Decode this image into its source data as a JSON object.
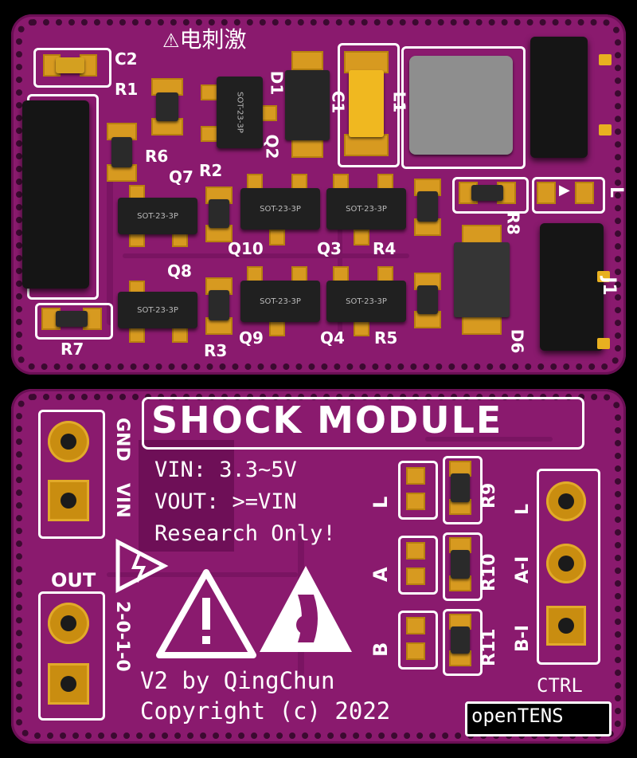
{
  "top": {
    "title_cn": "电刺激",
    "refs": {
      "c2": "C2",
      "r1": "R1",
      "r6": "R6",
      "r2": "R2",
      "q2": "Q2",
      "d1": "D1",
      "c1": "C1",
      "l1": "L1",
      "q7": "Q7",
      "q10": "Q10",
      "q3": "Q3",
      "r4": "R4",
      "q8": "Q8",
      "q9": "Q9",
      "q4": "Q4",
      "r5": "R5",
      "r3": "R3",
      "r7": "R7",
      "r8": "R8",
      "d6": "D6",
      "j1": "J1",
      "l": "L"
    },
    "ic_labels": {
      "sot_a": "SOT-23-3P",
      "sot_b": "SOT-23-3P",
      "sot_c": "SOT-23-3P",
      "sot_d": "SOT-23-3P",
      "sot_e": "SOT-23-3P",
      "sot_f": "SOT-23-3P",
      "sot_g": "SOT-23-3P"
    }
  },
  "bottom": {
    "title": "SHOCK MODULE",
    "vin_line": "VIN: 3.3~5V",
    "vout_line": "VOUT: >=VIN",
    "note": "Research Only!",
    "gnd": "GND",
    "vin": "VIN",
    "out": "OUT",
    "out_pins": "2-0-1-0",
    "version": "V2 by QingChun",
    "copyright": "Copyright (c) 2022",
    "ctrl": "CTRL",
    "brand": "openTENS",
    "led_l": "L",
    "led_a": "A",
    "led_b": "B",
    "r9": "R9",
    "r10": "R10",
    "r11": "R11",
    "ctrl_l": "L",
    "ctrl_a": "A-I",
    "ctrl_b": "B-I"
  },
  "colors": {
    "board": "#8a1a6e",
    "pad": "#d79a20",
    "silk": "#ffffff"
  }
}
